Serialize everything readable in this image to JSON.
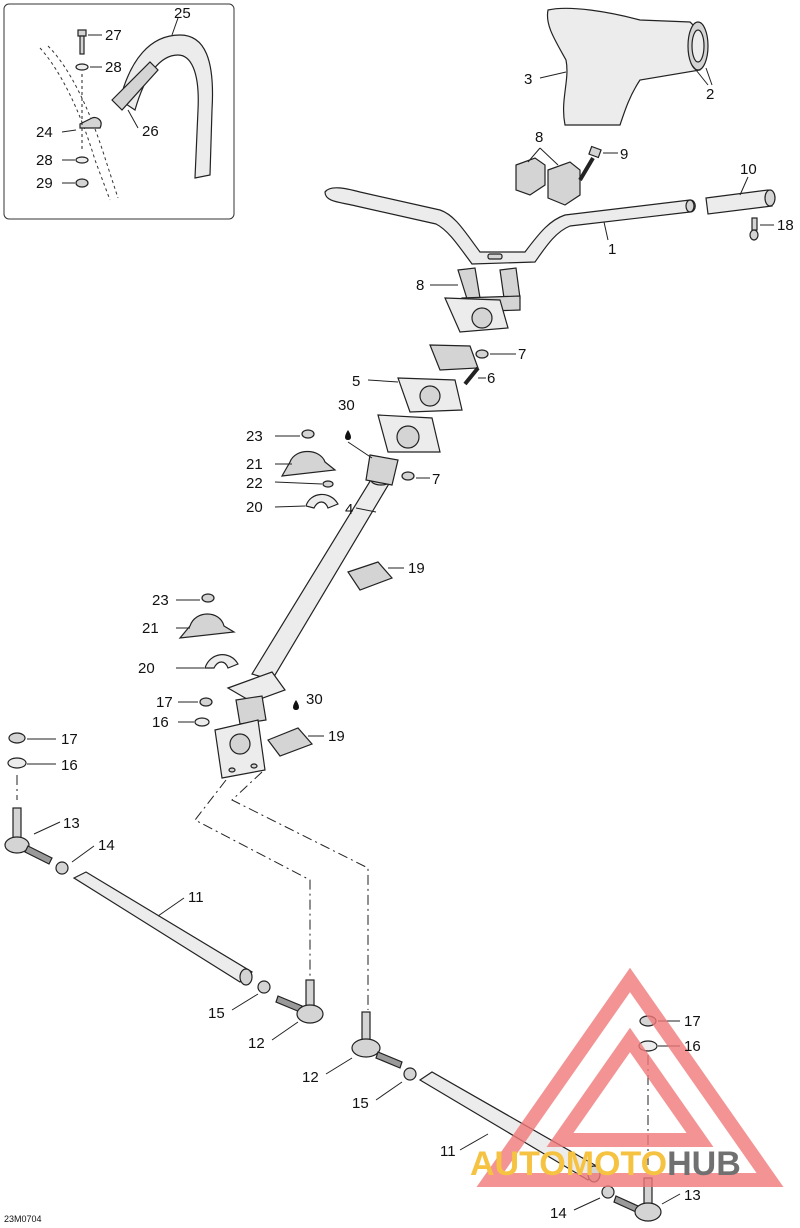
{
  "diagram": {
    "drawing_code": "23M0704",
    "callouts": [
      "1",
      "2",
      "3",
      "4",
      "5",
      "6",
      "7",
      "8",
      "9",
      "10",
      "11",
      "12",
      "13",
      "14",
      "15",
      "16",
      "17",
      "18",
      "19",
      "20",
      "21",
      "22",
      "23",
      "24",
      "25",
      "26",
      "27",
      "28",
      "29",
      "30"
    ]
  },
  "watermark": {
    "part_a": "AUTO",
    "part_b": "MOTO",
    "part_c": "HUB",
    "color_a": "#f5c242",
    "color_b": "#f5c242",
    "color_c": "#707070",
    "triangle_color": "#f07878"
  }
}
